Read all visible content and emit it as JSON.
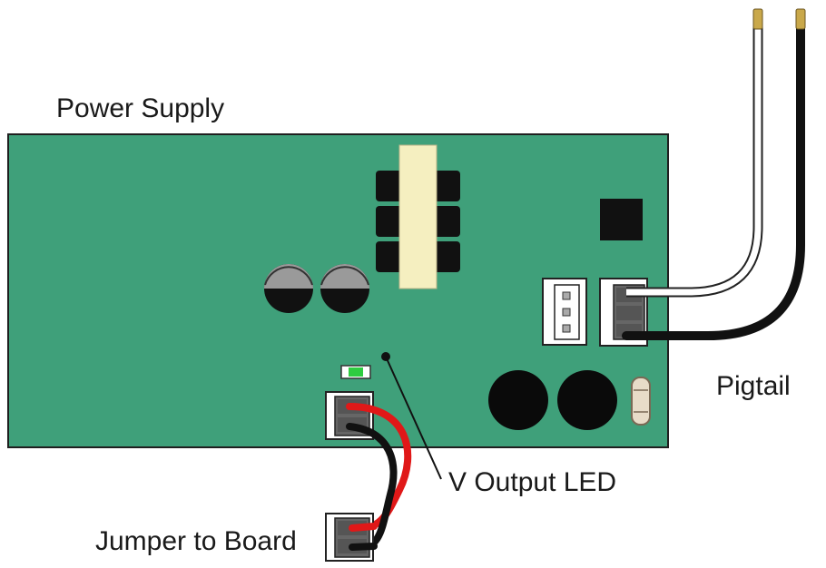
{
  "labels": {
    "power_supply": "Power Supply",
    "pigtail": "Pigtail",
    "v_output_led": "V Output LED",
    "jumper_to_board": "Jumper to Board"
  },
  "colors": {
    "board": "#3fa07a",
    "board_border": "#1f1f1f",
    "transformer_core": "#f5efc0",
    "capacitor_gray": "#9a9a9a",
    "led_green": "#2ecc40",
    "wire_white": "#ffffff",
    "wire_black": "#111111",
    "wire_red": "#e01818",
    "fuse_tan": "#e8dcc8",
    "pin_gold": "#c9a84a"
  }
}
